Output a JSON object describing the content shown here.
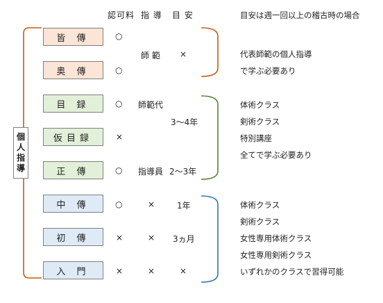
{
  "headers": {
    "fee": "認可料",
    "guidance": "指 導",
    "guide": "目 安"
  },
  "header_note": "目安は週一回以上の稽古時の場合",
  "side_label": [
    "個",
    "人",
    "指",
    "導"
  ],
  "ranks": [
    "皆 傳",
    "奥 傳",
    "目 録",
    "仮目録",
    "正 傳",
    "中 傳",
    "初 傳",
    "入 門"
  ],
  "fee": [
    "○",
    "○",
    "○",
    "×",
    "○",
    "○",
    "×",
    "×"
  ],
  "guidance": {
    "master": "師 範",
    "master_deputy": "師範代",
    "instructor": "指導員",
    "chuden": "×",
    "shoden": "×",
    "nyumon": "×"
  },
  "guide": {
    "okuden_group": "×",
    "mokuroku_group": "3～4年",
    "seiden": "2～3年",
    "chuden": "1年",
    "shoden": "3ヵ月",
    "nyumon": "×"
  },
  "notes": {
    "group1": [
      "代表師範の個人指導",
      "で学ぶ必要あり"
    ],
    "group2": [
      "体術クラス",
      "剣術クラス",
      "特別講座",
      "全てで学ぶ必要あり"
    ],
    "group3": [
      "体術クラス",
      "剣術クラス",
      "女性専用体術クラス",
      "女性専用剣術クラス",
      "いずれかのクラスで習得可能"
    ]
  },
  "colors": {
    "orange": "#c55a11",
    "green": "#548235",
    "blue": "#2e75b6"
  }
}
